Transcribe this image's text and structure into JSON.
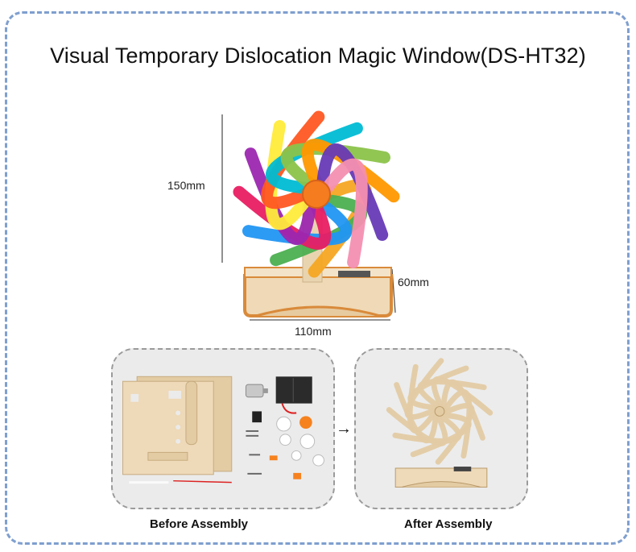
{
  "title": "Visual Temporary Dislocation Magic Window(DS-HT32)",
  "dimensions": {
    "height": "150mm",
    "width": "110mm",
    "depth": "60mm"
  },
  "arrow": "→",
  "captions": {
    "before": "Before Assembly",
    "after": "After Assembly"
  },
  "colors": {
    "frame_border": "#7f9fcf",
    "hub": "#f57c1f",
    "wood": "#e9d4b0",
    "base_edge": "#d98a3a"
  },
  "petal_colors": [
    "#f5a623",
    "#4caf50",
    "#2196f3",
    "#e91e63",
    "#9c27b0",
    "#ffeb3b",
    "#ff5722",
    "#00bcd4",
    "#8bc34a",
    "#ff9800",
    "#673ab7",
    "#f48fb1"
  ]
}
